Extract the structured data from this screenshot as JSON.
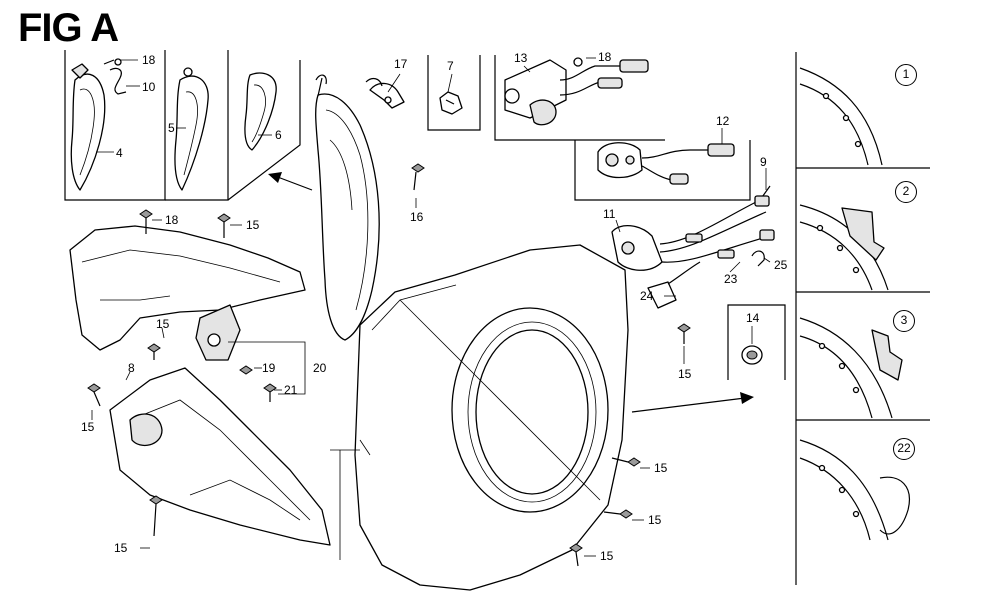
{
  "figure": {
    "title": "FIG A"
  },
  "callouts": {
    "c18_top": "18",
    "c10": "10",
    "c4": "4",
    "c5": "5",
    "c6": "6",
    "c17": "17",
    "c7": "7",
    "c13": "13",
    "c18_coil": "18",
    "c12": "12",
    "c9": "9",
    "c16": "16",
    "c18_left": "18",
    "c15_a": "15",
    "c11": "11",
    "c15_b": "15",
    "c23": "23",
    "c25": "25",
    "c24": "24",
    "c14": "14",
    "c15_c": "15",
    "c8": "8",
    "c19": "19",
    "c20": "20",
    "c21": "21",
    "c15_d": "15",
    "c15_e": "15",
    "c15_f": "15",
    "c15_g": "15",
    "c15_h": "15"
  },
  "variants": [
    "1",
    "2",
    "3",
    "22"
  ]
}
